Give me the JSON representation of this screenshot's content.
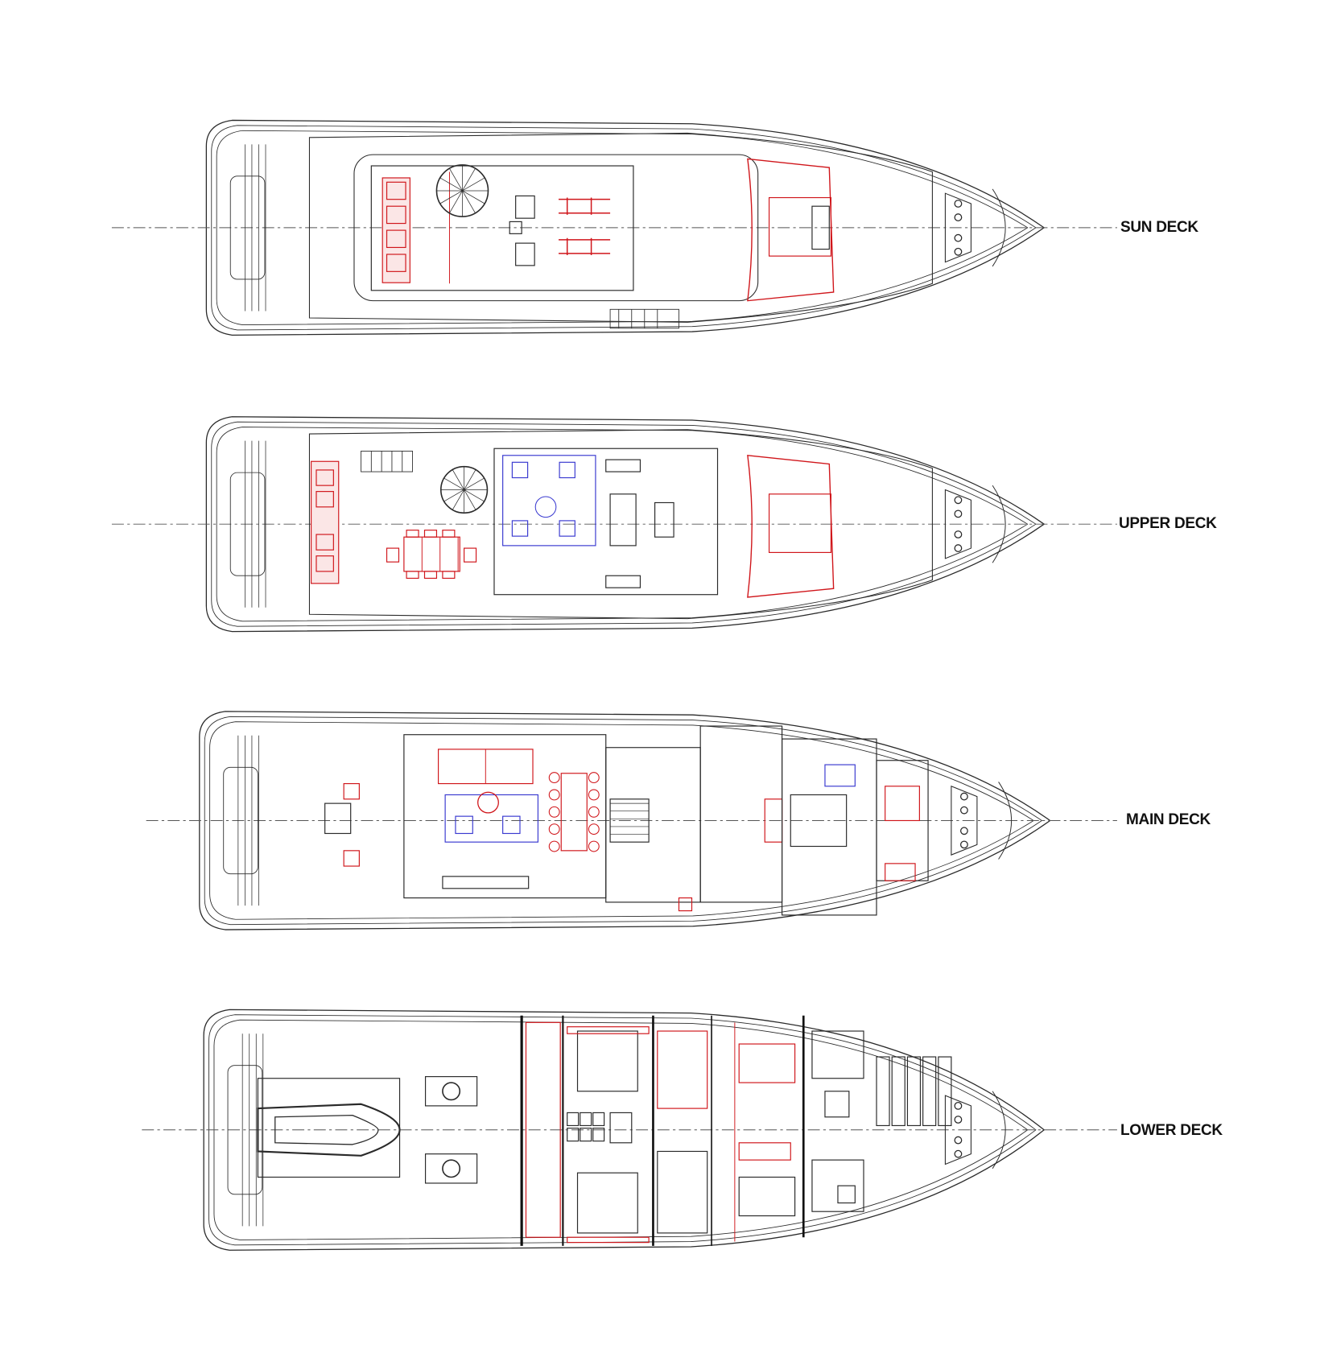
{
  "decks": [
    {
      "id": "sun",
      "label": "SUN DECK"
    },
    {
      "id": "upper",
      "label": "UPPER DECK"
    },
    {
      "id": "main",
      "label": "MAIN DECK"
    },
    {
      "id": "lower",
      "label": "LOWER DECK"
    }
  ],
  "colors": {
    "outline": "#2a2a2a",
    "furniture": "#d0161b",
    "soft_furnishing": "#3a3ad0",
    "centerline": "#555555",
    "background": "#ffffff"
  }
}
